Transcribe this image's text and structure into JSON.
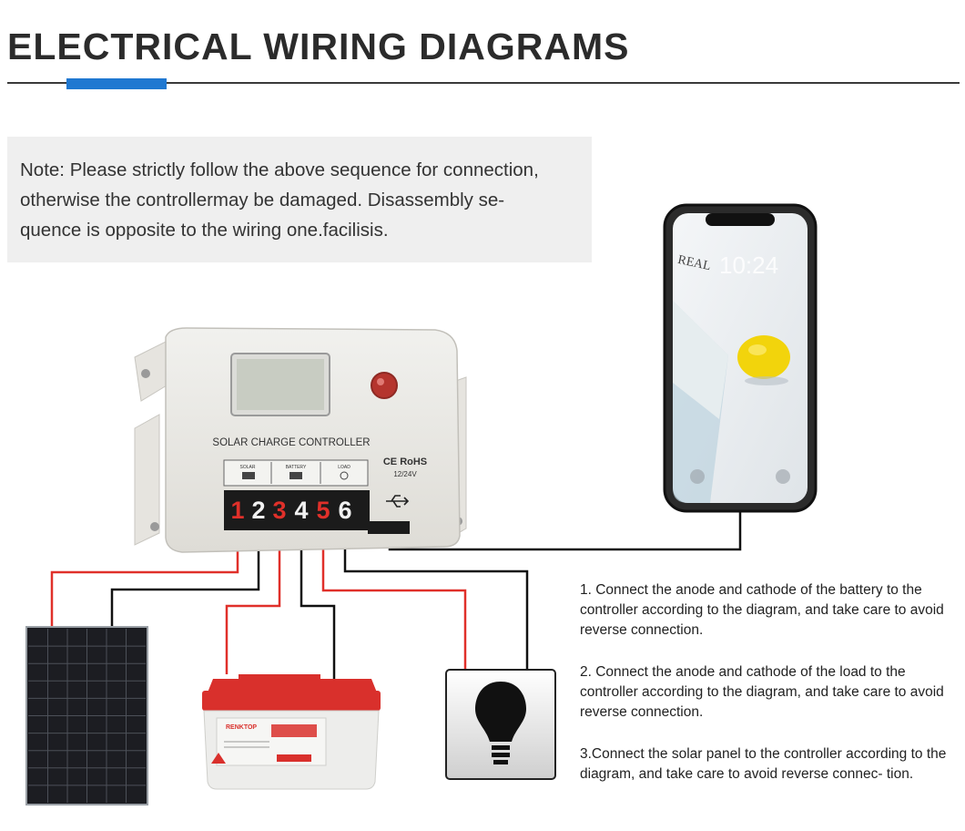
{
  "header": {
    "title": "ELECTRICAL WIRING DIAGRAMS"
  },
  "note": {
    "line1": "Note: Please strictly follow the above sequence for connection,",
    "line2": "otherwise the controllermay be damaged. Disassembly se-",
    "line3": "quence is opposite to the wiring one.facilisis."
  },
  "controller": {
    "label": "SOLAR CHARGE CONTROLLER",
    "cert": "CE RoHS",
    "voltage": "12/24V",
    "group_solar": "SOLAR",
    "group_battery": "BATTERY",
    "group_load": "LOAD",
    "terminals": [
      "1",
      "2",
      "3",
      "4",
      "5",
      "6"
    ]
  },
  "battery": {
    "brand": "RENKTOP"
  },
  "phone": {
    "time": "10:24",
    "word": "REAL"
  },
  "steps": [
    "1. Connect the anode and cathode of the battery to the controller according to the diagram, and take care to avoid reverse connection.",
    "2. Connect the anode and cathode of the load to the controller according to the diagram, and take care to avoid reverse connection.",
    "3.Connect the solar panel to the controller according to the diagram, and take care to avoid reverse connec- tion."
  ],
  "colors": {
    "accent": "#1f78d1",
    "wire_red": "#e0302a",
    "wire_black": "#111111",
    "terminal_red": "#e0302a"
  }
}
